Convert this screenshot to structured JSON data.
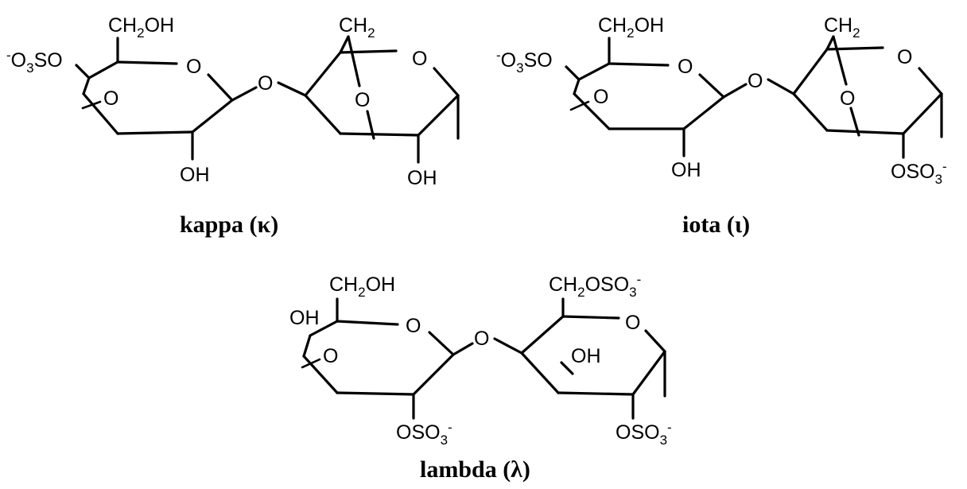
{
  "figure": {
    "structures": [
      {
        "name": "kappa",
        "caption": "kappa (κ)",
        "labels": {
          "ch2oh": [
            "CH",
            "2",
            "OH"
          ],
          "sulfate": [
            "-",
            "O",
            "3",
            "SO"
          ],
          "ring_o1": "O",
          "bridge_o1": "O",
          "oh1": "OH",
          "link_o": "O",
          "ch2": [
            "CH",
            "2"
          ],
          "ring_o2": "O",
          "bridge_o2": "O",
          "oh2": "OH"
        }
      },
      {
        "name": "iota",
        "caption": "iota (ι)",
        "labels": {
          "ch2oh": [
            "CH",
            "2",
            "OH"
          ],
          "sulfate": [
            "-",
            "O",
            "3",
            "SO"
          ],
          "ring_o1": "O",
          "bridge_o1": "O",
          "oh1": "OH",
          "link_o": "O",
          "ch2": [
            "CH",
            "2"
          ],
          "ring_o2": "O",
          "bridge_o2": "O",
          "oso3": [
            "OSO",
            "3",
            "-"
          ]
        }
      },
      {
        "name": "lambda",
        "caption": "lambda (λ)",
        "labels": {
          "ch2oh": [
            "CH",
            "2",
            "OH"
          ],
          "oh_left": "OH",
          "ring_o1": "O",
          "bridge_o1": "O",
          "oso3_1": [
            "OSO",
            "3",
            "-"
          ],
          "link_o": "O",
          "ch2oso3": [
            "CH",
            "2",
            "OSO",
            "3",
            "-"
          ],
          "ring_o2": "O",
          "oh_mid": "OH",
          "oso3_2": [
            "OSO",
            "3",
            "-"
          ]
        }
      }
    ]
  }
}
